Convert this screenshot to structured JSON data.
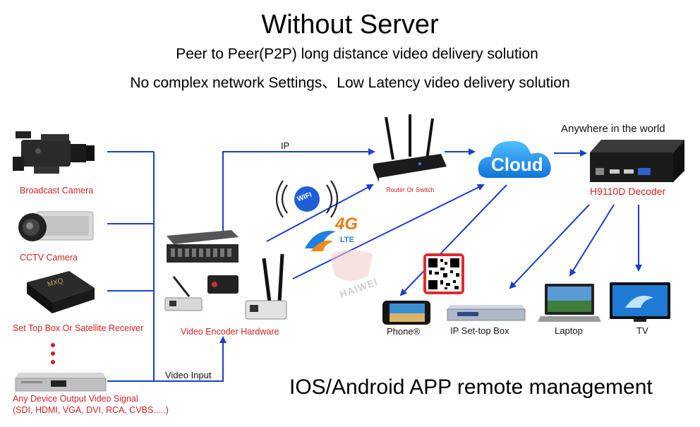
{
  "header": {
    "title": "Without Server",
    "subtitle1": "Peer to Peer(P2P) long distance video delivery solution",
    "subtitle2": "No complex network Settings、Low Latency video delivery solution"
  },
  "sources": {
    "broadcast_camera": "Broadcast Camera",
    "cctv_camera": "CCTV Camera",
    "set_top_box": "Set Top Box Or Satellite Receiver",
    "any_device_line1": "Any Device Output Video Signal",
    "any_device_line2": "(SDI, HDMI, VGA, DVI, RCA, CVBS.....)"
  },
  "encoder": {
    "label": "Video Encoder Hardware",
    "video_input": "Video Input",
    "ip": "IP",
    "wifi": "WIFI",
    "lte_big": "4G",
    "lte_small": "LTE",
    "watermark": "HAIWEI"
  },
  "network": {
    "router_label": "Router Or Switch",
    "cloud_label": "Cloud",
    "anywhere": "Anywhere in the world",
    "decoder_label": "H9110D Decoder"
  },
  "clients": {
    "phone": "Phone®",
    "settop": "IP Set-top Box",
    "laptop": "Laptop",
    "tv": "TV"
  },
  "footer": {
    "app_management": "IOS/Android APP remote management"
  },
  "colors": {
    "line": "#1a3fc8",
    "label_red": "#d42020",
    "cloud": "#1e9be8"
  }
}
